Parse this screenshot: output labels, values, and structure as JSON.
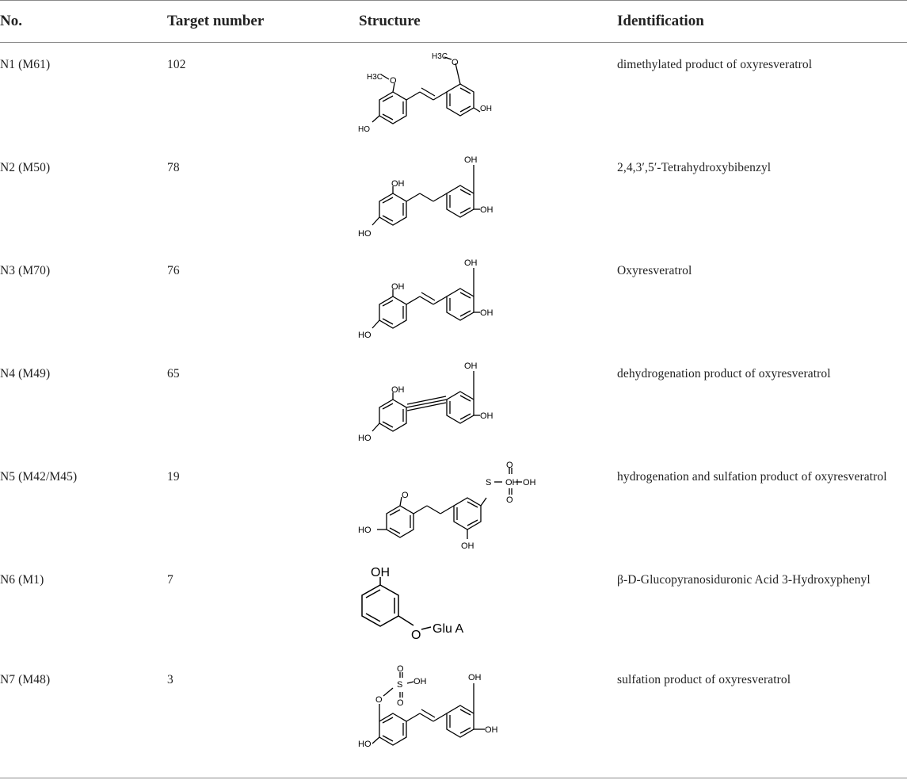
{
  "table": {
    "headers": {
      "no": "No.",
      "target": "Target number",
      "structure": "Structure",
      "identification": "Identification"
    },
    "rows": [
      {
        "no": "N1 (M61)",
        "target": "102",
        "identification": "dimethylated product of oxyresveratrol",
        "labels": {
          "a": "H3C",
          "b": "O",
          "c": "H3C",
          "d": "O",
          "e": "OH",
          "f": "HO"
        }
      },
      {
        "no": "N2 (M50)",
        "target": "78",
        "identification": "2,4,3′,5′-Tetrahydroxybibenzyl",
        "labels": {
          "a": "OH",
          "b": "OH",
          "c": "OH",
          "d": "HO"
        }
      },
      {
        "no": "N3 (M70)",
        "target": "76",
        "identification": "Oxyresveratrol",
        "labels": {
          "a": "OH",
          "b": "OH",
          "c": "OH",
          "d": "HO"
        }
      },
      {
        "no": "N4 (M49)",
        "target": "65",
        "identification": "dehydrogenation product of oxyresveratrol",
        "labels": {
          "a": "OH",
          "b": "OH",
          "c": "OH",
          "d": "HO"
        }
      },
      {
        "no": "N5 (M42/M45)",
        "target": "19",
        "identification": "hydrogenation and sulfation product of oxyresveratrol",
        "labels": {
          "a": "O",
          "b": "S",
          "c": "OH",
          "d": "O",
          "e": "O",
          "f": "OH",
          "g": "HO",
          "h": "OH"
        }
      },
      {
        "no": "N6 (M1)",
        "target": "7",
        "identification": "β-D-Glucopyranosiduronic Acid 3-Hydroxyphenyl",
        "labels": {
          "a": "OH",
          "b": "O",
          "c": "Glu A"
        }
      },
      {
        "no": "N7 (M48)",
        "target": "3",
        "identification": "sulfation product of oxyresveratrol",
        "labels": {
          "a": "O",
          "b": "S",
          "c": "OH",
          "d": "O",
          "e": "O",
          "f": "OH",
          "g": "OH",
          "h": "HO"
        }
      }
    ]
  }
}
